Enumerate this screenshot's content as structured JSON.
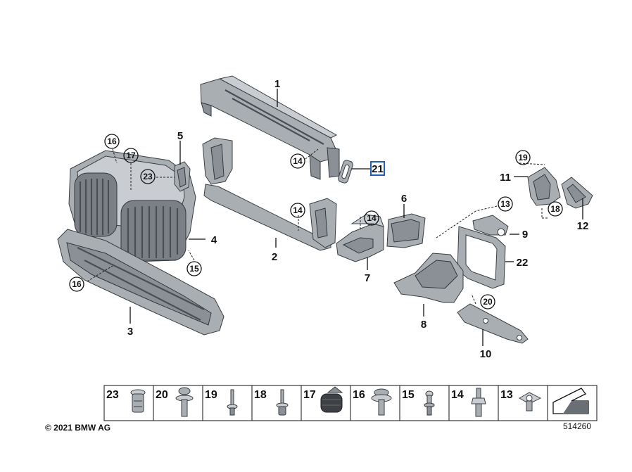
{
  "callouts": {
    "c1": "1",
    "c2": "2",
    "c3": "3",
    "c4": "4",
    "c5": "5",
    "c6": "6",
    "c7": "7",
    "c8": "8",
    "c9": "9",
    "c10": "10",
    "c11": "11",
    "c12": "12",
    "c21": "21",
    "c22": "22",
    "r16a": "16",
    "r17": "17",
    "r23": "23",
    "r15": "15",
    "r16b": "16",
    "r14a": "14",
    "r14b": "14",
    "r14c": "14",
    "r13": "13",
    "r19": "19",
    "r18": "18",
    "r20": "20"
  },
  "fastener_table": {
    "cells": [
      "23",
      "20",
      "19",
      "18",
      "17",
      "16",
      "15",
      "14",
      "13"
    ]
  },
  "footer": {
    "copyright": "© 2021 BMW AG",
    "diagram_number": "514260"
  },
  "colors": {
    "part_fill": "#a9aeb3",
    "highlight": "#1f5fb3"
  }
}
